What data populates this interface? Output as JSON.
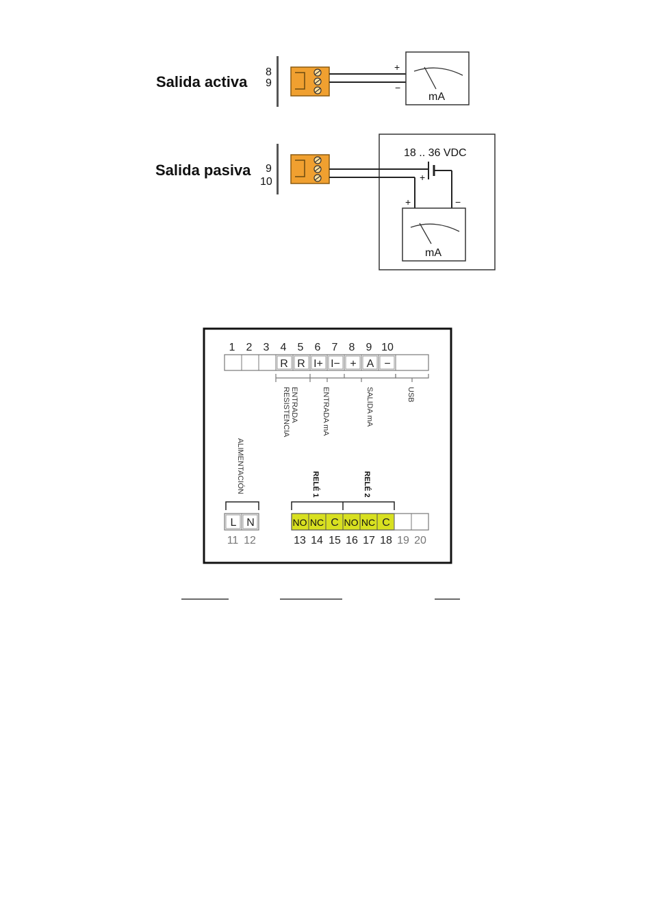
{
  "wiring": {
    "active_label": "Salida activa",
    "passive_label": "Salida pasiva",
    "active_pins": [
      "8",
      "9"
    ],
    "passive_pins": [
      "9",
      "10"
    ],
    "plus": "+",
    "minus": "−",
    "meter_unit": "mA",
    "supply_label": "18 .. 36 VDC"
  },
  "terminal_block": {
    "top_numbers": [
      "1",
      "2",
      "3",
      "4",
      "5",
      "6",
      "7",
      "8",
      "9",
      "10"
    ],
    "top_labels": [
      "",
      "",
      "",
      "R",
      "R",
      "I+",
      "I−",
      "+",
      "A",
      "−",
      ""
    ],
    "groups": {
      "resistencia_line1": "ENTRADA",
      "resistencia_line2": "RESISTENCIA",
      "entrada_ma": "ENTRADA mA",
      "salida_ma": "SALIDA mA",
      "usb": "USB",
      "alimentacion": "ALIMENTACIÓN",
      "rele1": "RELÉ 1",
      "rele2": "RELÉ 2"
    },
    "power_labels": [
      "L",
      "N"
    ],
    "power_numbers": [
      "11",
      "12"
    ],
    "relay_labels": [
      "NO",
      "NC",
      "C",
      "NO",
      "NC",
      "C"
    ],
    "relay_numbers": [
      "13",
      "14",
      "15",
      "16",
      "17",
      "18"
    ],
    "spare_numbers": [
      "19",
      "20"
    ]
  },
  "colors": {
    "connector_orange": "#f0a030",
    "relay_yellow": "#d8e020"
  }
}
